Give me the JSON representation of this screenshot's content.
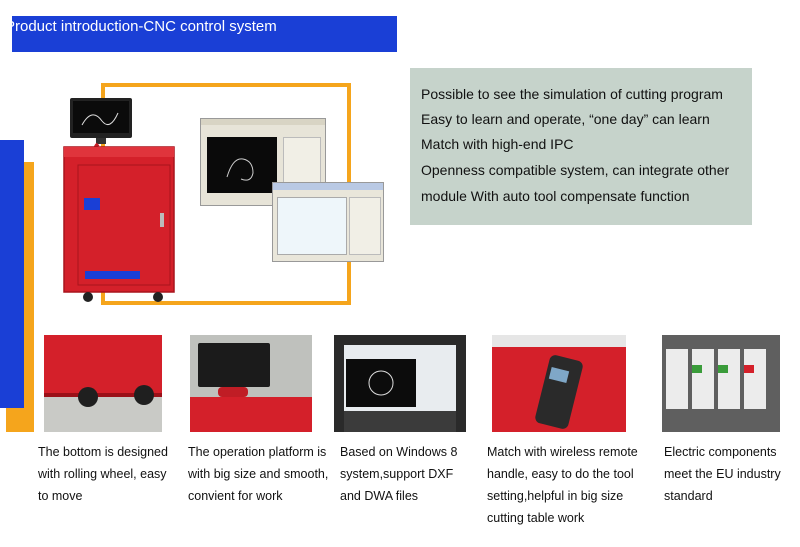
{
  "title": "Product introduction-CNC control system",
  "features": [
    "Possible to see the simulation of cutting program",
    "Easy to learn and operate, “one day” can learn",
    "Match with high-end IPC",
    "Openness compatible system, can integrate other",
    "module With auto tool compensate function"
  ],
  "captions": [
    "The bottom is designed with rolling wheel, easy to move",
    "The operation platform is with big size and smooth, convient for work",
    "Based on Windows 8 system,support DXF and DWA files",
    "Match with wireless remote handle, easy to do the tool setting,helpful in big size cutting table work",
    "Electric components meet the EU industry standard"
  ],
  "colors": {
    "accent_blue": "#1a3fd6",
    "accent_orange": "#f5a51c",
    "cabinet_red": "#d4202a",
    "features_bg": "#c6d3cb"
  }
}
